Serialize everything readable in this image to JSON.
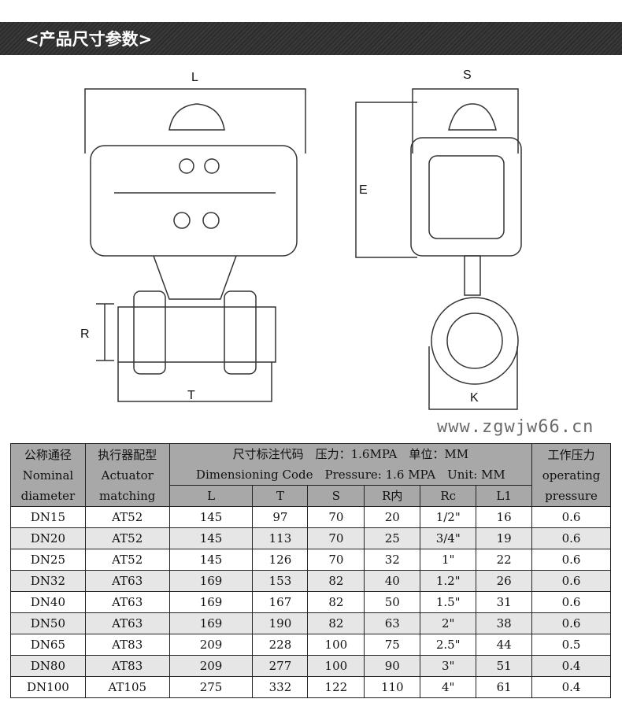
{
  "title": "<产品尺寸参数>",
  "drawing_labels": {
    "L": "L",
    "R": "R",
    "T": "T",
    "S": "S",
    "E": "E",
    "K": "K"
  },
  "table": {
    "h_nominal": [
      "公称通径",
      "Nominal",
      "diameter"
    ],
    "h_actuator": [
      "执行器配型",
      "Actuator",
      "matching"
    ],
    "h_dim_cn": "尺寸标注代码　压力：1.6MPA　单位：MM",
    "h_dim_en": "Dimensioning Code　Pressure: 1.6 MPA　Unit: MM",
    "h_pressure": [
      "工作压力",
      "operating",
      "pressure"
    ],
    "sub": [
      "L",
      "T",
      "S",
      "R内",
      "Rc",
      "L1"
    ],
    "rows": [
      [
        "DN15",
        "AT52",
        "145",
        "97",
        "70",
        "20",
        "1/2\"",
        "16",
        "0.6"
      ],
      [
        "DN20",
        "AT52",
        "145",
        "113",
        "70",
        "25",
        "3/4\"",
        "19",
        "0.6"
      ],
      [
        "DN25",
        "AT52",
        "145",
        "126",
        "70",
        "32",
        "1\"",
        "22",
        "0.6"
      ],
      [
        "DN32",
        "AT63",
        "169",
        "153",
        "82",
        "40",
        "1.2\"",
        "26",
        "0.6"
      ],
      [
        "DN40",
        "AT63",
        "169",
        "167",
        "82",
        "50",
        "1.5\"",
        "31",
        "0.6"
      ],
      [
        "DN50",
        "AT63",
        "169",
        "190",
        "82",
        "63",
        "2\"",
        "38",
        "0.6"
      ],
      [
        "DN65",
        "AT83",
        "209",
        "228",
        "100",
        "75",
        "2.5\"",
        "44",
        "0.5"
      ],
      [
        "DN80",
        "AT83",
        "209",
        "277",
        "100",
        "90",
        "3\"",
        "51",
        "0.4"
      ],
      [
        "DN100",
        "AT105",
        "275",
        "332",
        "122",
        "110",
        "4\"",
        "61",
        "0.4"
      ]
    ]
  },
  "watermark": "www.zgwjw66.cn"
}
